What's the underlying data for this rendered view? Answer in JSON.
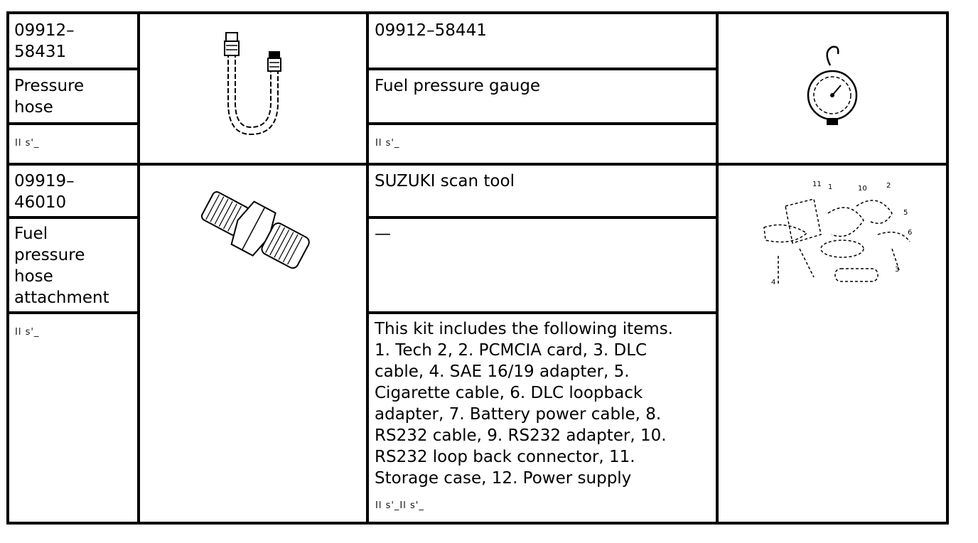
{
  "rows": [
    {
      "left_part_number": "09912–\n58431",
      "left_name": "Pressure\nhose",
      "left_illustration_code": "Il s'_",
      "left_icon": "pressure-hose-icon",
      "right_part_number": "09912–58441",
      "right_name": "Fuel pressure gauge",
      "right_illustration_code": "Il s'_",
      "right_icon": "fuel-pressure-gauge-icon"
    },
    {
      "left_part_number": "09919–\n46010",
      "left_name": "Fuel\npressure\nhose\nattachment",
      "left_illustration_code": "Il s'_",
      "left_icon": "hose-attachment-fitting-icon",
      "right_name": "SUZUKI scan tool",
      "right_part_number": "—",
      "right_description": "This kit includes the following items.\n1. Tech 2, 2. PCMCIA card, 3. DLC\ncable, 4. SAE 16/19 adapter, 5.\nCigarette cable, 6. DLC loopback\nadapter, 7. Battery power cable, 8.\nRS232 cable, 9. RS232 adapter, 10.\nRS232 loop back connector, 11.\nStorage case, 12. Power supply",
      "right_illustration_code": "Il s'_Il s'_",
      "right_icon": "suzuki-scan-tool-kit-icon"
    }
  ]
}
